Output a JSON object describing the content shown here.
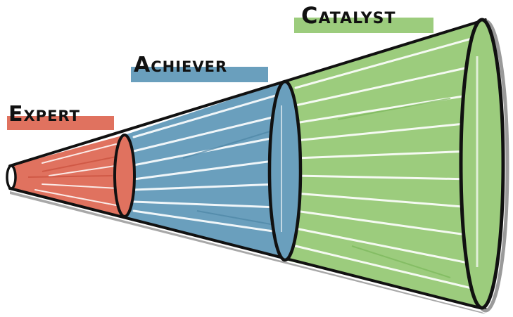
{
  "diagram": {
    "type": "megaphone-cone",
    "stages": [
      {
        "label": "Expert",
        "color": "#e0725f"
      },
      {
        "label": "Achiever",
        "color": "#6a9fbd"
      },
      {
        "label": "Catalyst",
        "color": "#9ccc7d"
      }
    ],
    "outline_color": "#111111",
    "shadow_color": "#9a9a9a"
  }
}
